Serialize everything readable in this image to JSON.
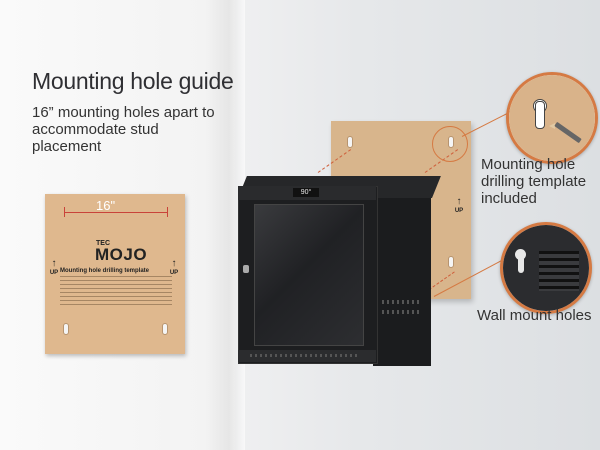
{
  "headline": "Mounting hole guide",
  "subtext": "16” mounting holes apart to accommodate stud placement",
  "template": {
    "dimension": "16\"",
    "brand_small": "TEC",
    "brand": "MOJO",
    "title": "Mounting hole drilling template",
    "up_label": "UP",
    "arrow": "↑"
  },
  "cabinet": {
    "display_value": "90°"
  },
  "callouts": {
    "drilling": "Mounting hole drilling template included",
    "wall": "Wall mount holes"
  },
  "colors": {
    "accent": "#d57a43",
    "template": "#dfb88e",
    "cabinet": "#1d1e20"
  }
}
